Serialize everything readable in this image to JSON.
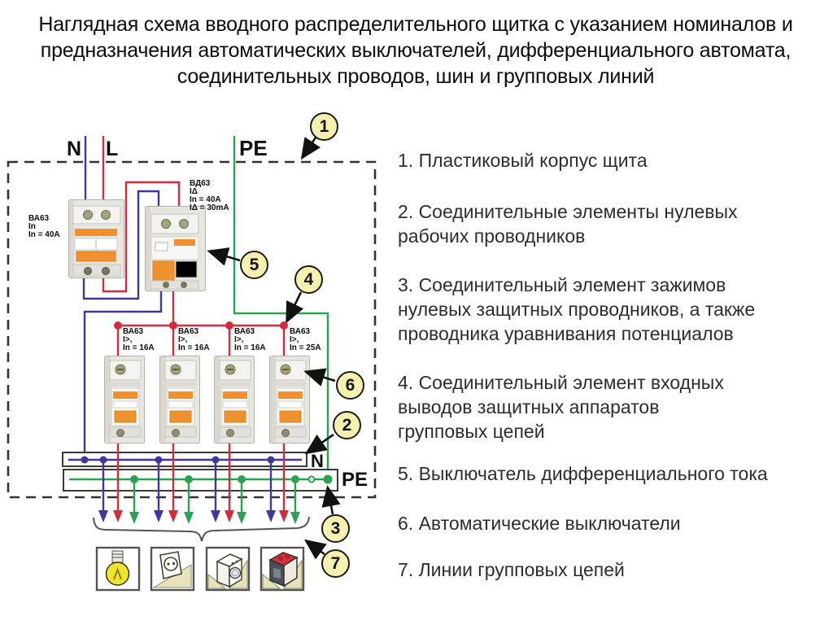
{
  "title": "Наглядная схема вводного распределительного щитка с указанием номиналов и\nпредназначения автоматических выключателей, дифференциального автомата,\nсоединительных проводов, шин и групповых линий",
  "diagram": {
    "supply_labels": {
      "n": "N",
      "l": "L",
      "pe": "PE"
    },
    "bus_labels": {
      "n": "N",
      "pe": "PE"
    },
    "devices": {
      "input_breaker_label": "ВА63\nIn\nIn = 40A",
      "rcd_label": "ВД63\nIΔ\nIn = 40A\nIΔ = 30mA",
      "group_breakers": [
        {
          "label": "ВА63\nI>,\nIn = 16A"
        },
        {
          "label": "ВА63\nI>,\nIn = 16A"
        },
        {
          "label": "ВА63\nI>,\nIn = 16A"
        },
        {
          "label": "ВА63\nI>,\nIn = 25A"
        }
      ]
    },
    "callouts": [
      "1",
      "2",
      "3",
      "4",
      "5",
      "6",
      "7"
    ],
    "icons": [
      "light-bulb",
      "wall-socket",
      "washing-machine",
      "electric-stove"
    ]
  },
  "legend": {
    "items": [
      {
        "text": "1. Пластиковый корпус щита"
      },
      {
        "text": "2. Соединительные элементы нулевых\nрабочих проводников"
      },
      {
        "text": "3. Соединительный элемент зажимов\nнулевых защитных проводников, а также\nпроводника уравнивания потенциалов"
      },
      {
        "text": "4. Соединительный элемент входных\nвыводов защитных аппаратов\nгрупповых цепей"
      },
      {
        "text": "5. Выключатель дифференциального тока"
      },
      {
        "text": "6. Автоматические выключатели"
      },
      {
        "text": "7. Линии групповых цепей"
      }
    ]
  },
  "colors": {
    "wire_neutral": "#3f379e",
    "wire_phase": "#d22b3c",
    "wire_earth": "#2aa254",
    "callout_fill": "#f6f1ae",
    "breaker_orange": "#ef9130",
    "bulb_yellow": "#f2e32b",
    "floor_beige": "#e7e2ba"
  }
}
